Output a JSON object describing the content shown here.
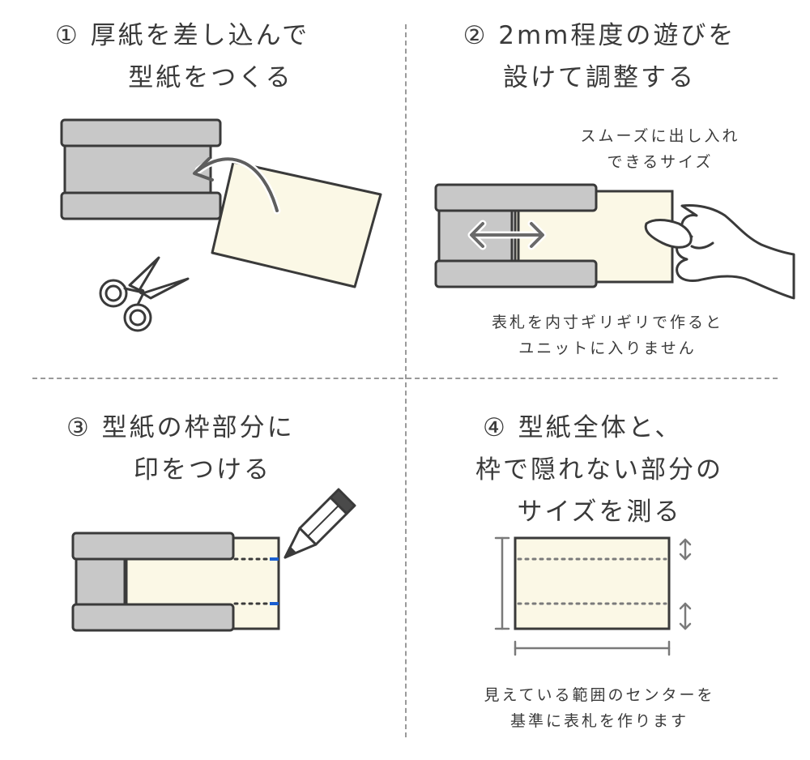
{
  "colors": {
    "frame_fill": "#c8c8c8",
    "frame_stroke": "#3a3a3a",
    "paper_fill": "#fbf8e6",
    "mark_blue": "#1a5fd0",
    "line_gray": "#7a7a7a"
  },
  "steps": [
    {
      "title_lines": [
        "① 厚紙を差し込んで",
        "型紙をつくる"
      ]
    },
    {
      "title_lines": [
        "② 2mm程度の遊びを",
        "設けて調整する"
      ],
      "note_top_lines": [
        "スムーズに出し入れ",
        "できるサイズ"
      ],
      "note_bottom_lines": [
        "表札を内寸ギリギリで作ると",
        "ユニットに入りません"
      ]
    },
    {
      "title_lines": [
        "③ 型紙の枠部分に",
        "印をつける"
      ]
    },
    {
      "title_lines": [
        "④ 型紙全体と、",
        "枠で隠れない部分の",
        "サイズを測る"
      ],
      "note_bottom_lines": [
        "見えている範囲のセンターを",
        "基準に表札を作ります"
      ]
    }
  ],
  "icons": [
    "scissors-icon",
    "curved-arrow-icon",
    "double-arrow-icon",
    "hand-icon",
    "pencil-icon",
    "dimension-arrow-icon"
  ]
}
